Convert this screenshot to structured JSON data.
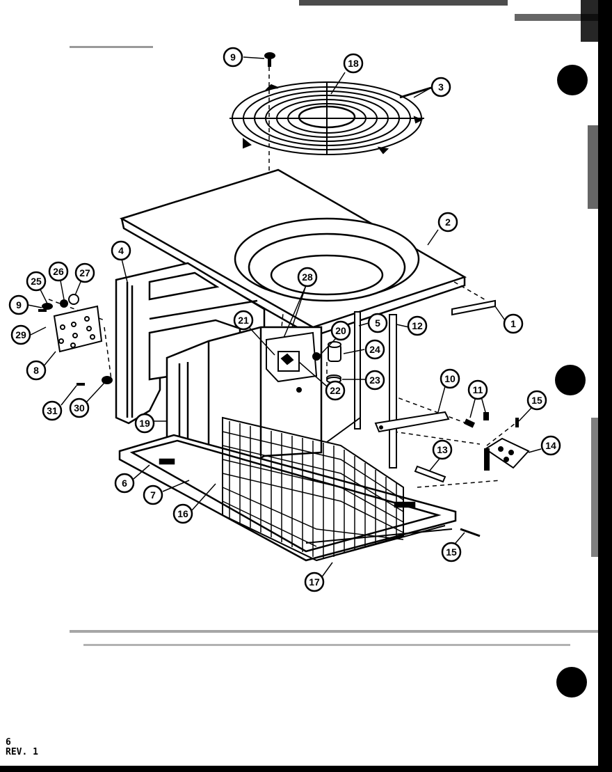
{
  "callouts": [
    {
      "id": "c-9a",
      "label": "9"
    },
    {
      "id": "c-18a",
      "label": "18"
    },
    {
      "id": "c-3",
      "label": "3"
    },
    {
      "id": "c-2",
      "label": "2"
    },
    {
      "id": "c-4",
      "label": "4"
    },
    {
      "id": "c-25",
      "label": "25"
    },
    {
      "id": "c-26",
      "label": "26"
    },
    {
      "id": "c-27",
      "label": "27"
    },
    {
      "id": "c-9b",
      "label": "9"
    },
    {
      "id": "c-28",
      "label": "28"
    },
    {
      "id": "c-29",
      "label": "29"
    },
    {
      "id": "c-8",
      "label": "8"
    },
    {
      "id": "c-21",
      "label": "21"
    },
    {
      "id": "c-20",
      "label": "20"
    },
    {
      "id": "c-5",
      "label": "5"
    },
    {
      "id": "c-12",
      "label": "12"
    },
    {
      "id": "c-1",
      "label": "1"
    },
    {
      "id": "c-24",
      "label": "24"
    },
    {
      "id": "c-22",
      "label": "22"
    },
    {
      "id": "c-23",
      "label": "23"
    },
    {
      "id": "c-31",
      "label": "31"
    },
    {
      "id": "c-30",
      "label": "30"
    },
    {
      "id": "c-19",
      "label": "19"
    },
    {
      "id": "c-10",
      "label": "10"
    },
    {
      "id": "c-11",
      "label": "11"
    },
    {
      "id": "c-15a",
      "label": "15"
    },
    {
      "id": "c-14",
      "label": "14"
    },
    {
      "id": "c-13",
      "label": "13"
    },
    {
      "id": "c-6",
      "label": "6"
    },
    {
      "id": "c-7",
      "label": "7"
    },
    {
      "id": "c-16",
      "label": "16"
    },
    {
      "id": "c-15b",
      "label": "15"
    },
    {
      "id": "c-17",
      "label": "17"
    }
  ],
  "footer": {
    "page": "6",
    "rev": "REV. 1"
  }
}
